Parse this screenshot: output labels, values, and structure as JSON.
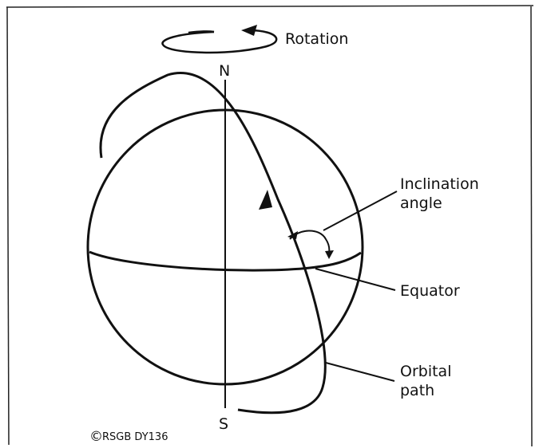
{
  "labels": {
    "rotation": "Rotation",
    "north": "N",
    "south": "S",
    "inclination_line1": "Inclination",
    "inclination_line2": "angle",
    "equator": "Equator",
    "orbital_line1": "Orbital",
    "orbital_line2": "path",
    "copyright_symbol": "©",
    "credit": "RSGB DY136"
  }
}
